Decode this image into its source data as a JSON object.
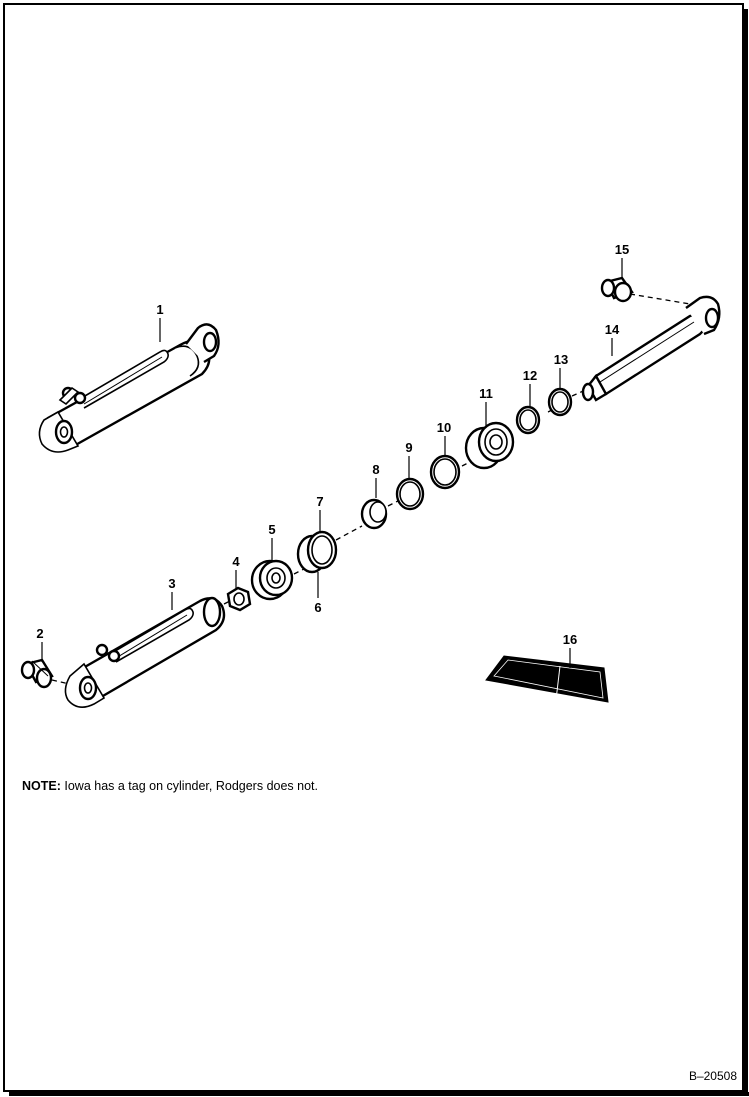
{
  "callouts": {
    "p1": "1",
    "p2": "2",
    "p3": "3",
    "p4": "4",
    "p5": "5",
    "p6": "6",
    "p7": "7",
    "p8": "8",
    "p9": "9",
    "p10": "10",
    "p11": "11",
    "p12": "12",
    "p13": "13",
    "p14": "14",
    "p15": "15",
    "p16": "16"
  },
  "note": {
    "label": "NOTE:",
    "text": " Iowa has a tag on cylinder, Rodgers does not."
  },
  "drawing_number": "B–20508"
}
